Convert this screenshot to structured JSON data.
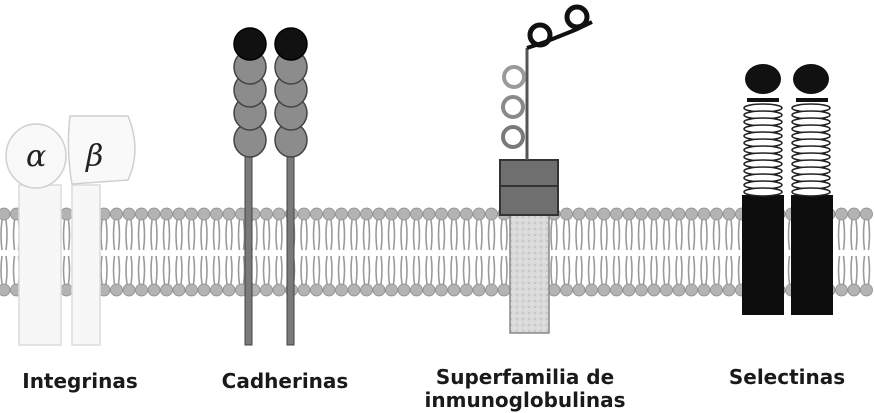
{
  "labels": {
    "integrins": "Integrinas",
    "cadherins": "Cadherinas",
    "igsf_line1": "Superfamilia de",
    "igsf_line2": "inmunoglobulinas",
    "selectins": "Selectinas"
  },
  "subunits": {
    "alpha": "α",
    "beta": "β"
  },
  "colors": {
    "lipid_head": "#b3b3b3",
    "lipid_tail": "#9a9a9a",
    "integrin_body": "#f5f5f5",
    "cadherin_domain": "#8c8c8c",
    "cadherin_tip": "#111111",
    "cadherin_stalk": "#7a7a7a",
    "ig_domain": "#8f8f8f",
    "ig_box": "#6f6f6f",
    "ig_cyto": "#c8c8c8",
    "selectin_body": "#0d0d0d"
  }
}
